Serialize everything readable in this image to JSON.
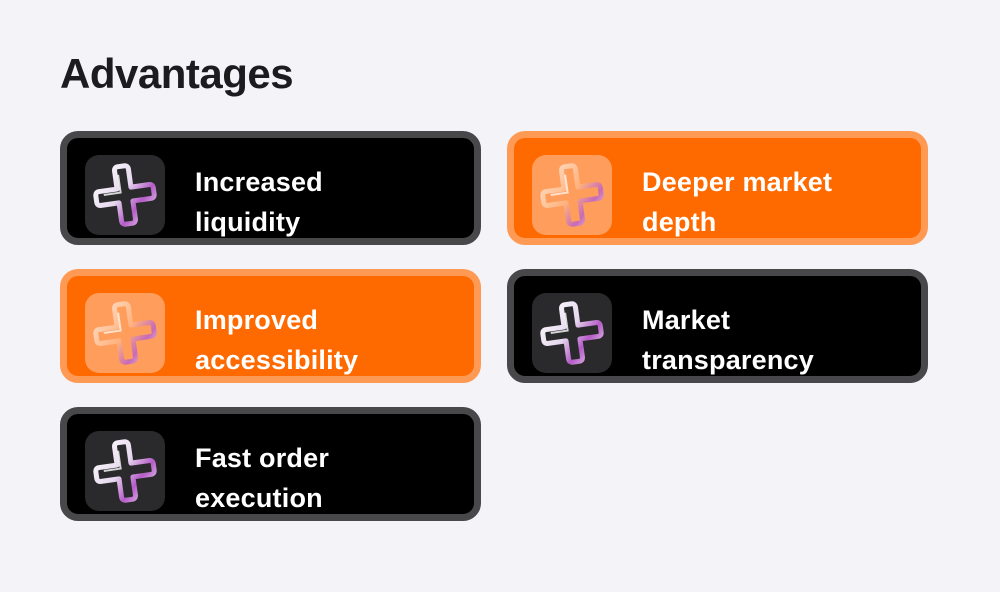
{
  "title": "Advantages",
  "cards": [
    {
      "line1": "Increased",
      "line2": "liquidity",
      "style": "dark"
    },
    {
      "line1": "Deeper market",
      "line2": "depth",
      "style": "orange"
    },
    {
      "line1": "Improved",
      "line2": "accessibility",
      "style": "orange"
    },
    {
      "line1": "Market",
      "line2": "transparency",
      "style": "dark"
    },
    {
      "line1": "Fast order",
      "line2": "execution",
      "style": "dark"
    }
  ],
  "icon": "glass-plus-icon",
  "colors": {
    "background": "#f4f3f7",
    "dark_card": "#000000",
    "dark_border": "#48484b",
    "orange_card": "#ff6a00",
    "orange_border": "#ff9a55"
  }
}
